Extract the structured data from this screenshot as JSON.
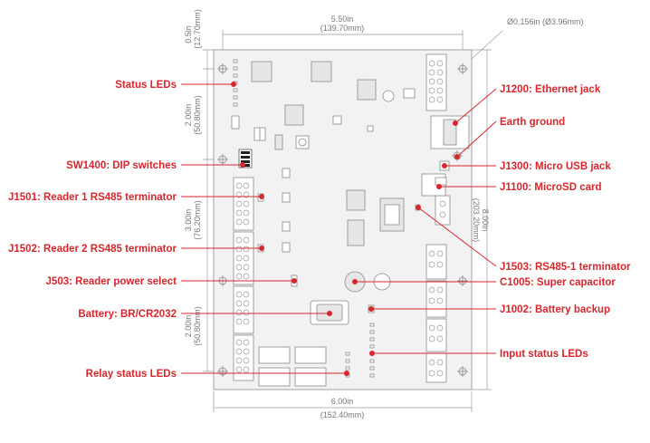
{
  "colors": {
    "accent": "#d7262d",
    "board_fill": "#f2f2f2",
    "board_stroke": "#9a9a9a",
    "dim_text": "#777777"
  },
  "dimensions": {
    "top_margin_in": "0.5in",
    "top_margin_mm": "(12.70mm)",
    "hole_spacing_in": "5.50in",
    "hole_spacing_mm": "(139.70mm)",
    "hole_diameter": "Ø0.156in (Ø3.96mm)",
    "left_upper_in": "2.00in",
    "left_upper_mm": "(50.80mm)",
    "left_middle_in": "3.00in",
    "left_middle_mm": "(76.20mm)",
    "left_lower_in": "2.00in",
    "left_lower_mm": "(50.80mm)",
    "right_height_in": "8.00in",
    "right_height_mm": "(203.20mm)",
    "bottom_width_in": "6.00in",
    "bottom_width_mm": "(152.40mm)"
  },
  "left_callouts": [
    "Status LEDs",
    "SW1400: DIP switches",
    "J1501: Reader 1 RS485 terminator",
    "J1502: Reader 2 RS485 terminator",
    "J503: Reader power select",
    "Battery: BR/CR2032",
    "Relay status LEDs"
  ],
  "right_callouts": [
    "J1200: Ethernet jack",
    "Earth ground",
    "J1300: Micro USB jack",
    "J1100: MicroSD card",
    "J1503: RS485-1 terminator",
    "C1005: Super capacitor",
    "J1002: Battery backup",
    "Input status LEDs"
  ]
}
